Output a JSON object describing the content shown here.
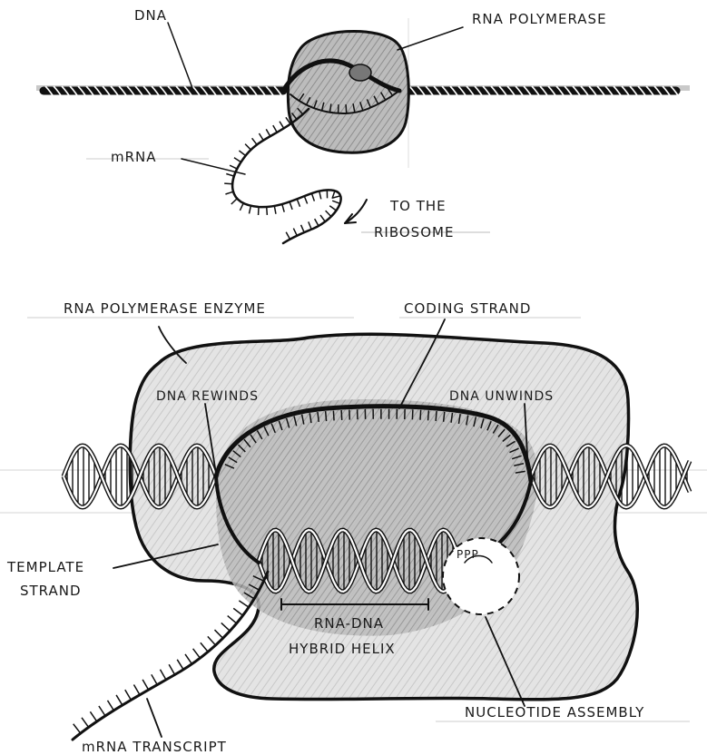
{
  "top_diagram": {
    "labels": {
      "dna": "DNA",
      "rna_polymerase": "RNA POLYMERASE",
      "mrna": "mRNA",
      "to_the": "TO THE",
      "ribosome": "RIBOSOME"
    }
  },
  "bottom_diagram": {
    "labels": {
      "enzyme": "RNA POLYMERASE ENZYME",
      "coding_strand": "CODING STRAND",
      "dna_rewinds": "DNA REWINDS",
      "dna_unwinds": "DNA UNWINDS",
      "template_line1": "TEMPLATE",
      "template_line2": "STRAND",
      "hybrid_line1": "RNA-DNA",
      "hybrid_line2": "HYBRID HELIX",
      "nucleotide_assembly": "NUCLEOTIDE ASSEMBLY",
      "mrna_transcript": "mRNA TRANSCRIPT",
      "ppp": "PPP"
    }
  },
  "colors": {
    "ink": "#111111",
    "shade_dark": "#9a9a9a",
    "shade_light": "#d9d9d9",
    "paper": "#ffffff"
  }
}
